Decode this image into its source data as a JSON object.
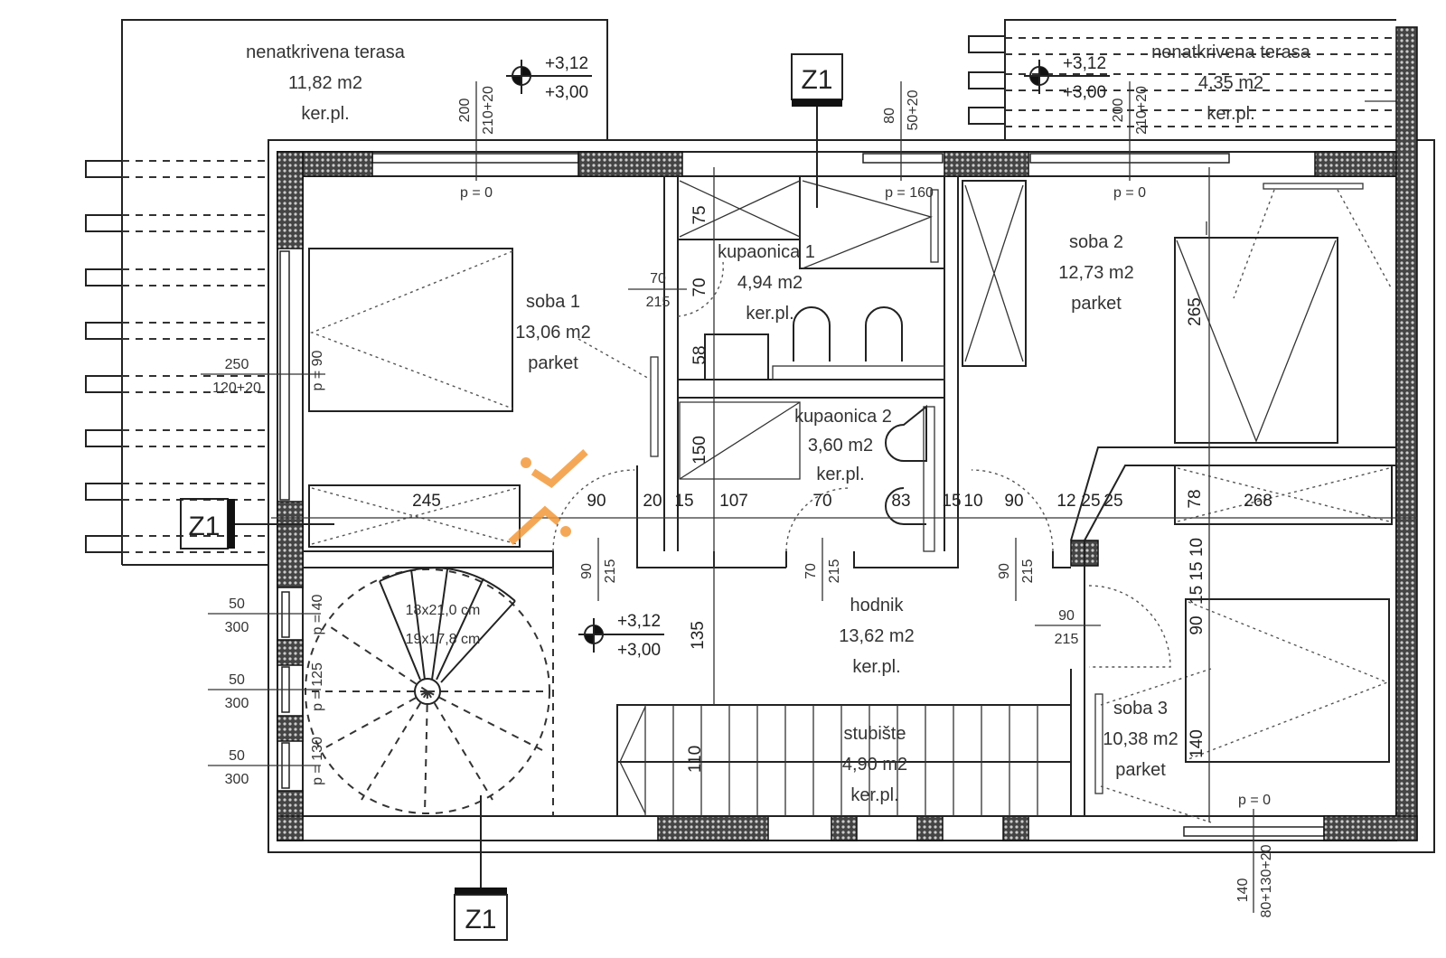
{
  "terraces": [
    {
      "name": "nenatkrivena terasa",
      "area": "11,82 m2",
      "floor": "ker.pl."
    },
    {
      "name": "nenatkrivena terasa",
      "area": "4,35 m2",
      "floor": "ker.pl."
    }
  ],
  "rooms": {
    "soba1": {
      "name": "soba 1",
      "area": "13,06 m2",
      "floor": "parket"
    },
    "kupaonica1": {
      "name": "kupaonica 1",
      "area": "4,94 m2",
      "floor": "ker.pl."
    },
    "kupaonica2": {
      "name": "kupaonica 2",
      "area": "3,60 m2",
      "floor": "ker.pl."
    },
    "soba2": {
      "name": "soba 2",
      "area": "12,73 m2",
      "floor": "parket"
    },
    "hodnik": {
      "name": "hodnik",
      "area": "13,62 m2",
      "floor": "ker.pl."
    },
    "stubiste": {
      "name": "stubište",
      "area": "4,90 m2",
      "floor": "ker.pl."
    },
    "soba3": {
      "name": "soba 3",
      "area": "10,38 m2",
      "floor": "parket"
    }
  },
  "levels": [
    {
      "top": "+3,12",
      "bottom": "+3,00"
    },
    {
      "top": "+3,12",
      "bottom": "+3,00"
    },
    {
      "top": "+3,12",
      "bottom": "+3,00"
    }
  ],
  "section_marker": "Z1",
  "openings": [
    {
      "w": "200",
      "h": "210+20",
      "sill": "p = 0"
    },
    {
      "w": "80",
      "h": "50+20",
      "sill": "p = 160"
    },
    {
      "w": "200",
      "h": "210+20",
      "sill": "p = 0"
    },
    {
      "w": "250",
      "h": "120+20",
      "sill": "p = 90"
    },
    {
      "w": "50",
      "h": "300",
      "sill": "p = 40"
    },
    {
      "w": "50",
      "h": "300",
      "sill": "p = 125"
    },
    {
      "w": "50",
      "h": "300",
      "sill": "p = 130"
    },
    {
      "w": "140",
      "h": "80+130+20",
      "sill": "p = 0"
    }
  ],
  "doors": [
    {
      "w": "70",
      "h": "215"
    },
    {
      "w": "90",
      "h": "215"
    },
    {
      "w": "70",
      "h": "215"
    },
    {
      "w": "90",
      "h": "215"
    },
    {
      "w": "90",
      "h": "215"
    }
  ],
  "dimensions": {
    "d75": "75",
    "d70v": "70",
    "d58": "58",
    "d150": "150",
    "d245": "245",
    "d90a": "90",
    "d20": "20",
    "d15a": "15",
    "d107": "107",
    "d70h": "70",
    "d83": "83",
    "d15b": "15",
    "d10": "10",
    "d90b": "90",
    "d12": "12",
    "d25a": "25",
    "d25b": "25",
    "d135": "135",
    "d110": "110",
    "d265": "265",
    "d78": "78",
    "d268": "268",
    "d151510": "15 15 10",
    "d90c": "90",
    "d140": "140"
  },
  "spiral_stair": {
    "step1": "18x21,0 cm",
    "step2": "19x17,8 cm"
  },
  "colors": {
    "line": "#222222",
    "watermark": "#f39a3a"
  }
}
